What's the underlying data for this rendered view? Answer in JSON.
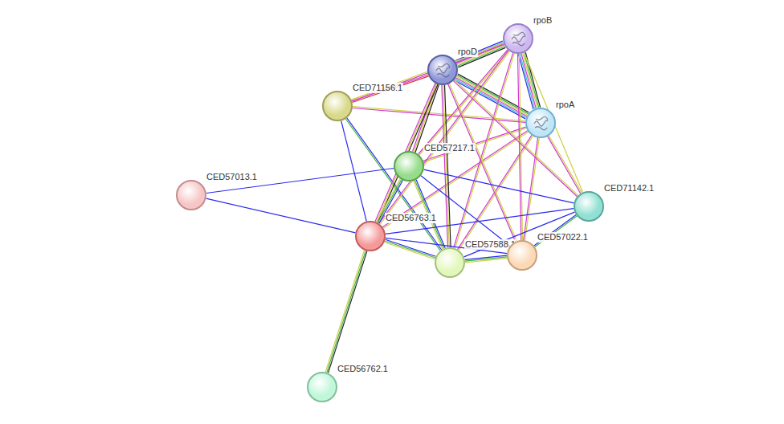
{
  "diagram": {
    "nodes": [
      {
        "text": [
          "rpoB"
        ]
      },
      {
        "text": [
          "rpoD"
        ]
      },
      {
        "text": [
          "CED71156.1"
        ]
      },
      {
        "text": [
          "rpoA"
        ]
      },
      {
        "text": [
          "CED57217.1"
        ]
      },
      {
        "text": [
          "CED57013.1"
        ]
      },
      {
        "text": [
          "CED71142.1"
        ]
      },
      {
        "text": [
          "CED56763.1"
        ]
      },
      {
        "text": [
          "CED57588.1"
        ]
      },
      {
        "text": [
          "CED57022.1"
        ]
      },
      {
        "text": [
          "CED56762.1"
        ]
      }
    ],
    "edges": [
      {
        "from": 0,
        "to": 1,
        "arrow": "none"
      },
      {
        "from": 0,
        "to": 3,
        "arrow": "none"
      },
      {
        "from": 1,
        "to": 3,
        "arrow": "none"
      },
      {
        "from": 2,
        "to": 1,
        "arrow": "none"
      },
      {
        "from": 2,
        "to": 0,
        "arrow": "none"
      },
      {
        "from": 2,
        "to": 3,
        "arrow": "none"
      },
      {
        "from": 2,
        "to": 7,
        "arrow": "none"
      },
      {
        "from": 2,
        "to": 8,
        "arrow": "none"
      },
      {
        "from": 1,
        "to": 4,
        "arrow": "none"
      },
      {
        "from": 0,
        "to": 4,
        "arrow": "none"
      },
      {
        "from": 3,
        "to": 4,
        "arrow": "none"
      },
      {
        "from": 1,
        "to": 7,
        "arrow": "none"
      },
      {
        "from": 0,
        "to": 7,
        "arrow": "none"
      },
      {
        "from": 3,
        "to": 7,
        "arrow": "none"
      },
      {
        "from": 1,
        "to": 8,
        "arrow": "none"
      },
      {
        "from": 0,
        "to": 8,
        "arrow": "none"
      },
      {
        "from": 3,
        "to": 8,
        "arrow": "none"
      },
      {
        "from": 1,
        "to": 9,
        "arrow": "none"
      },
      {
        "from": 0,
        "to": 9,
        "arrow": "none"
      },
      {
        "from": 3,
        "to": 9,
        "arrow": "none"
      },
      {
        "from": 1,
        "to": 6,
        "arrow": "none"
      },
      {
        "from": 0,
        "to": 6,
        "arrow": "none"
      },
      {
        "from": 3,
        "to": 6,
        "arrow": "none"
      },
      {
        "from": 4,
        "to": 5,
        "arrow": "none"
      },
      {
        "from": 5,
        "to": 7,
        "arrow": "none"
      },
      {
        "from": 4,
        "to": 7,
        "arrow": "none"
      },
      {
        "from": 4,
        "to": 8,
        "arrow": "none"
      },
      {
        "from": 4,
        "to": 6,
        "arrow": "none"
      },
      {
        "from": 4,
        "to": 9,
        "arrow": "none"
      },
      {
        "from": 7,
        "to": 8,
        "arrow": "none"
      },
      {
        "from": 7,
        "to": 9,
        "arrow": "none"
      },
      {
        "from": 7,
        "to": 6,
        "arrow": "none"
      },
      {
        "from": 7,
        "to": 10,
        "arrow": "none"
      },
      {
        "from": 8,
        "to": 9,
        "arrow": "none"
      },
      {
        "from": 8,
        "to": 6,
        "arrow": "none"
      },
      {
        "from": 9,
        "to": 6,
        "arrow": "none"
      }
    ]
  }
}
